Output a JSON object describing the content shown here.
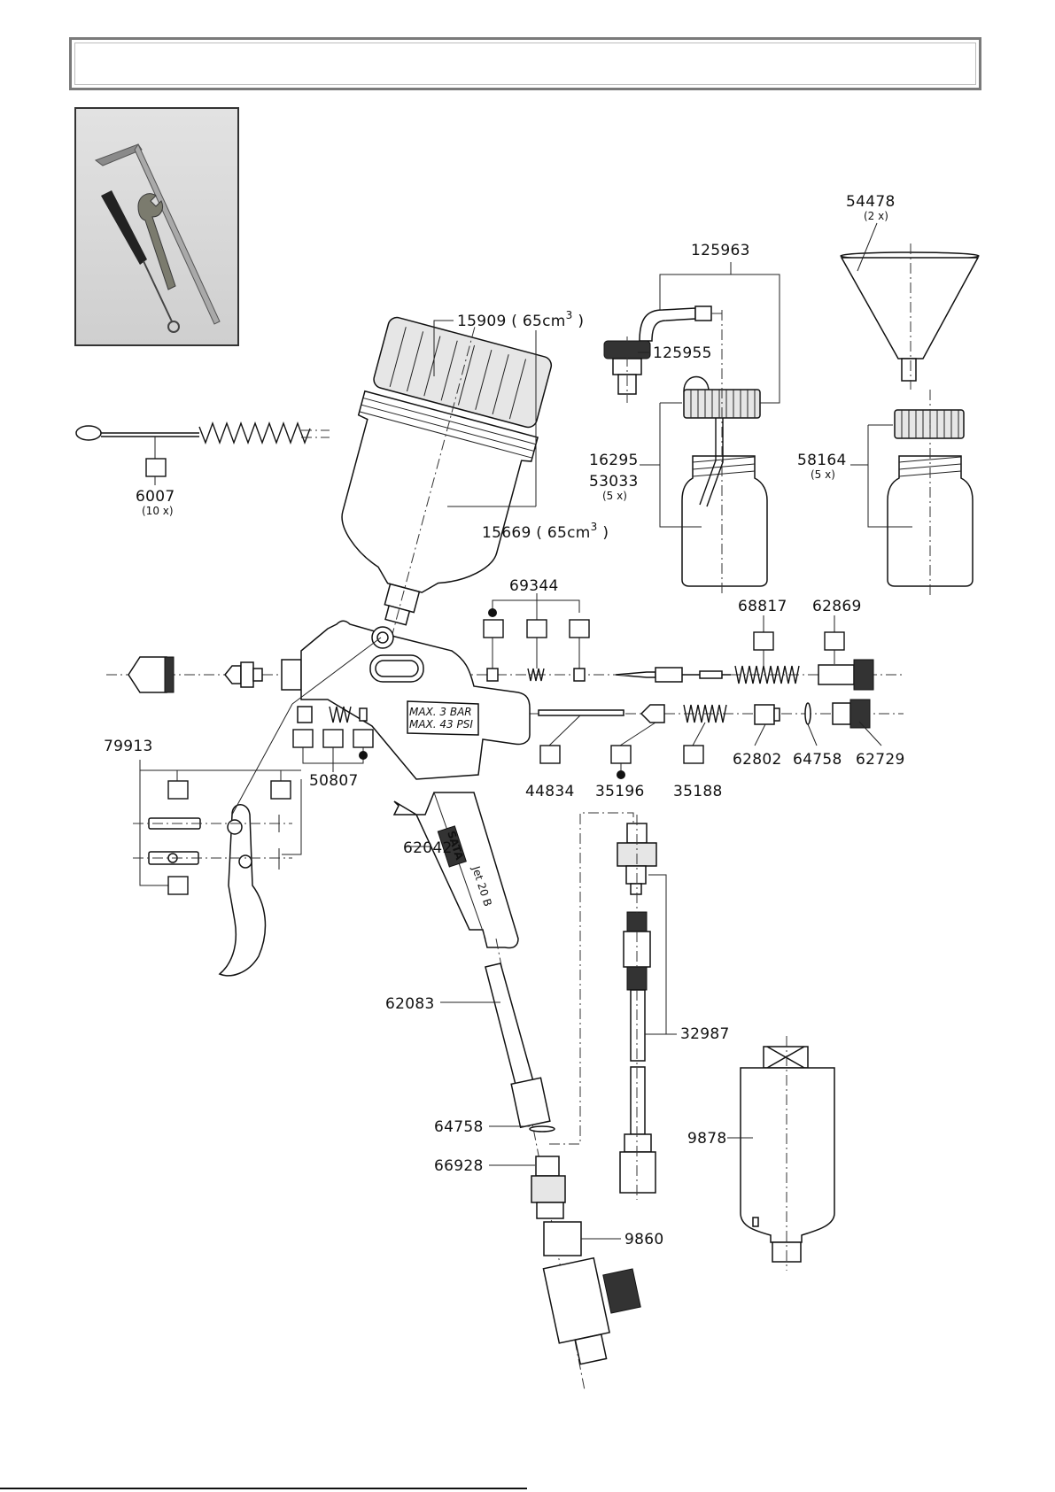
{
  "header": {
    "title": ""
  },
  "parts": {
    "p54478": "54478",
    "q54478": "(2 x)",
    "p125963": "125963",
    "p15909": "15909 ( 65cm",
    "p125955": "125955",
    "p16295": "16295",
    "p53033": "53033",
    "q53033": "(5 x)",
    "p58164": "58164",
    "q58164": "(5 x)",
    "p6007": "6007",
    "q6007": "(10 x)",
    "p15669": "15669 ( 65cm",
    "sup3": "3",
    "close_paren": " )",
    "p69344": "69344",
    "p68817": "68817",
    "p62869": "62869",
    "p79913": "79913",
    "p50807": "50807",
    "p44834": "44834",
    "p35196": "35196",
    "p35188": "35188",
    "p62802": "62802",
    "p64758a": "64758",
    "p62729": "62729",
    "p62042": "62042",
    "p62083": "62083",
    "p32987": "32987",
    "p64758b": "64758",
    "p66928": "66928",
    "p9878": "9878",
    "p9860": "9860"
  },
  "gun_markings": {
    "max_bar": "MAX.   3  BAR",
    "max_psi": "MAX.   43  PSI",
    "brand": "SATA",
    "model": "Jet 20 B"
  }
}
